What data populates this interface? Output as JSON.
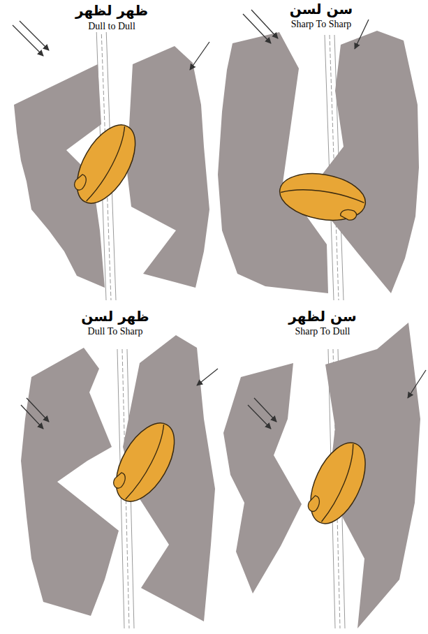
{
  "diagram": {
    "labels": [
      "ظهر لظهر",
      "Dull to Dull",
      "سن لسن",
      "Sharp To Sharp",
      "ظهر لسن",
      "Dull To Sharp",
      "سن لظهر",
      "Sharp To Dull"
    ]
  }
}
